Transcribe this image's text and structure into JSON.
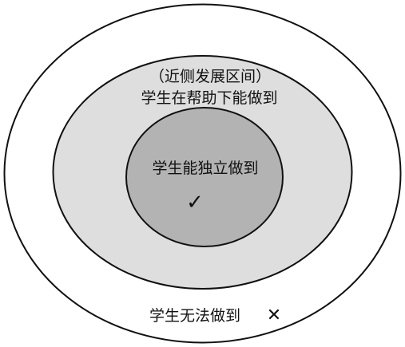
{
  "colors": {
    "outer_fill": "#ffffff",
    "middle_fill": "#dedede",
    "inner_fill": "#b3b3b3",
    "stroke": "#111111"
  },
  "outer_zone": {
    "label": "学生无法做到",
    "mark": "✕"
  },
  "middle_zone": {
    "title": "（近侧发展区间）",
    "label": "学生在帮助下能做到"
  },
  "inner_zone": {
    "label": "学生能独立做到",
    "mark": "✓"
  }
}
